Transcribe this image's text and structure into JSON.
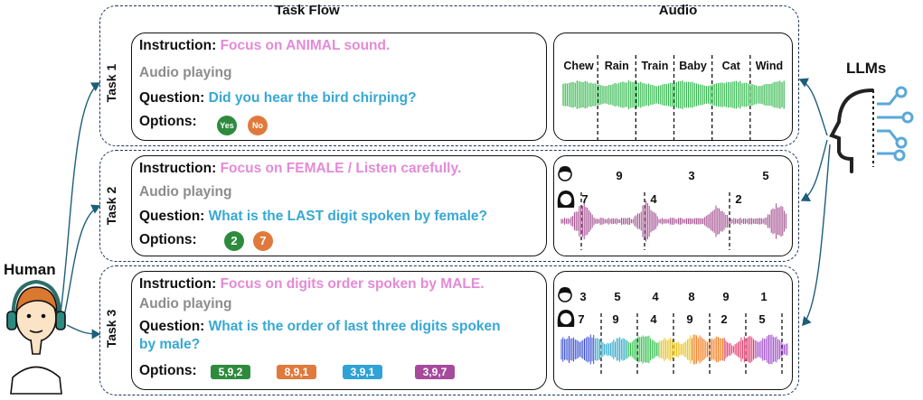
{
  "headers": {
    "task_flow": "Task Flow",
    "audio": "Audio"
  },
  "human_label": "Human",
  "llms_label": "LLMs",
  "tasks": [
    {
      "label": "Task 1",
      "instruction_label": "Instruction:",
      "instruction": "Focus on ANIMAL sound.",
      "audio_playing": "Audio playing",
      "question_label": "Question:",
      "question": "Did you hear the bird chirping?",
      "options_label": "Options:",
      "options": [
        {
          "text": "Yes",
          "color": "#2e8b3e"
        },
        {
          "text": "No",
          "color": "#e07a3c"
        }
      ],
      "audio": {
        "segments": [
          "Chew",
          "Rain",
          "Train",
          "Baby",
          "Cat",
          "Wind"
        ],
        "wave_color": "#2fb84a"
      }
    },
    {
      "label": "Task 2",
      "instruction_label": "Instruction:",
      "instruction": "Focus on FEMALE / Listen carefully.",
      "audio_playing": "Audio playing",
      "question_label": "Question:",
      "question": "What is the LAST digit spoken by female?",
      "options_label": "Options:",
      "options": [
        {
          "text": "2",
          "color": "#2e8b3e"
        },
        {
          "text": "7",
          "color": "#e07a3c"
        }
      ],
      "audio": {
        "male_digits": [
          "9",
          "3",
          "5"
        ],
        "female_digits": [
          "7",
          "4",
          "2"
        ],
        "wave_color": "#a14a8c"
      }
    },
    {
      "label": "Task 3",
      "instruction_label": "Instruction:",
      "instruction": "Focus on digits order spoken by MALE.",
      "audio_playing": "Audio playing",
      "question_label": "Question:",
      "question_line1": "What is the order of last three digits spoken",
      "question_line2": "by male?",
      "options_label": "Options:",
      "options": [
        {
          "text": "5,9,2",
          "color": "#2e8b3e"
        },
        {
          "text": "8,9,1",
          "color": "#e07a3c"
        },
        {
          "text": "3,9,1",
          "color": "#2fa3d6"
        },
        {
          "text": "3,9,7",
          "color": "#a64a9c"
        }
      ],
      "audio": {
        "male_digits": [
          "3",
          "5",
          "4",
          "8",
          "9",
          "1"
        ],
        "female_digits": [
          "7",
          "9",
          "4",
          "9",
          "2",
          "5"
        ],
        "wave_colors": [
          "#3a4fd0",
          "#2aa7c9",
          "#2fbf4a",
          "#e8c21a",
          "#f07b1d",
          "#e0356a",
          "#a04ac8"
        ]
      }
    }
  ]
}
